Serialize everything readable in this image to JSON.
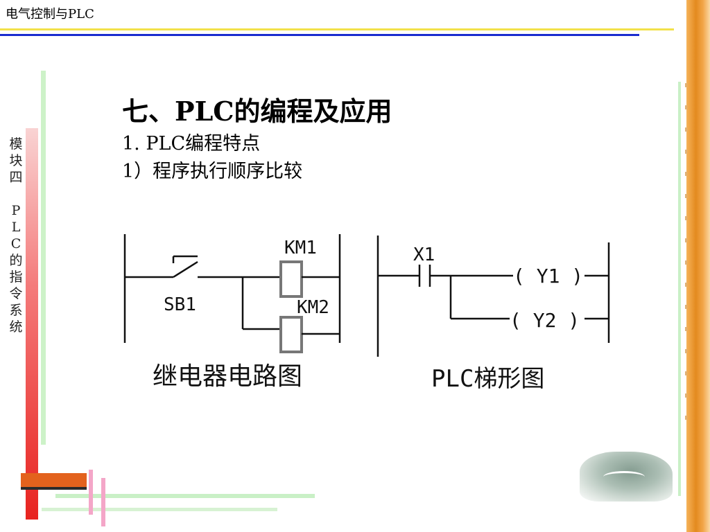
{
  "header": {
    "title": "电气控制与PLC"
  },
  "sidebar": {
    "label_chars": [
      "模",
      "块",
      "四",
      "",
      "P",
      "L",
      "C",
      "的",
      "指",
      "令",
      "系",
      "统"
    ]
  },
  "content": {
    "title": "七、PLC的编程及应用",
    "subtitle": "1. PLC编程特点",
    "point": "1）程序执行顺序比较"
  },
  "relay_diagram": {
    "caption": "继电器电路图",
    "button_label": "SB1",
    "coil1_label": "KM1",
    "coil2_label": "KM2"
  },
  "plc_diagram": {
    "caption": "PLC梯形图",
    "contact_label": "X1",
    "output1_label": "( Y1 )",
    "output2_label": "( Y2 )"
  },
  "colors": {
    "header_yellow": "#f2e14a",
    "header_blue": "#1a2ccf",
    "right_bar_orange": "#e38a1f",
    "left_bar_red": "#e8231f",
    "accent_green": "#cdf2c8",
    "accent_pink": "#f4a6c8"
  }
}
